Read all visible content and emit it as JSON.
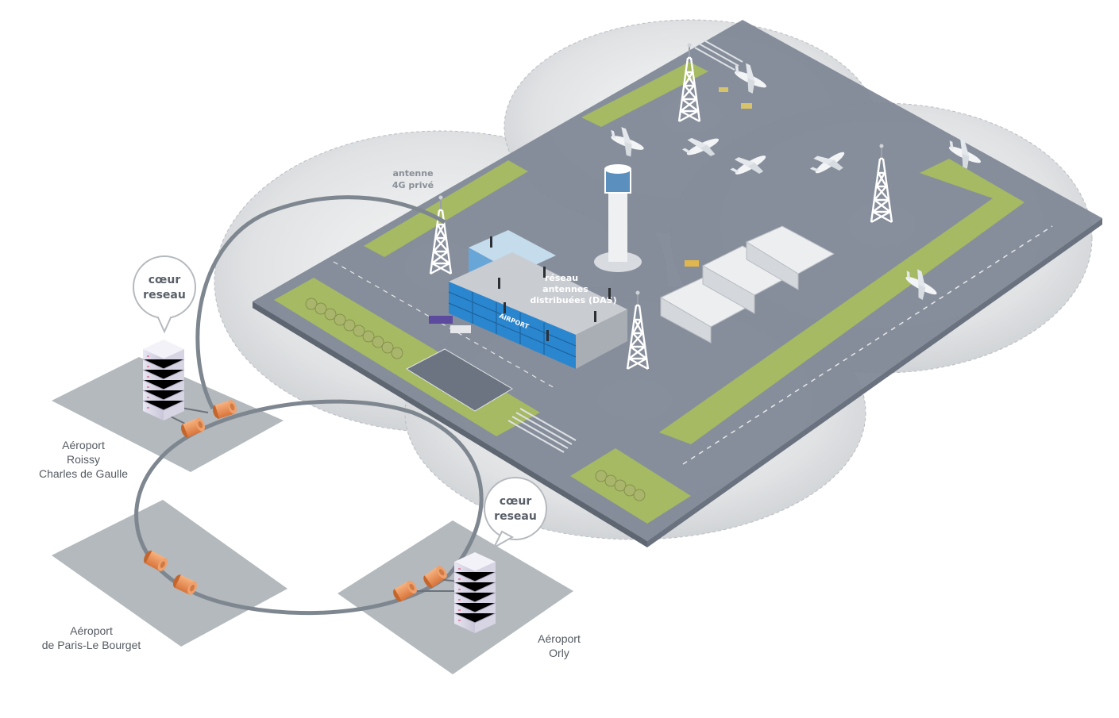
{
  "labels": {
    "antenna_4g_line1": "antenne",
    "antenna_4g_line2": "4G privé",
    "das_line1": "réseau",
    "das_line2": "antennes",
    "das_line3": "distribuées (DAS)",
    "airport_sign": "AIRPORT"
  },
  "core_bubbles": [
    {
      "line1": "cœur",
      "line2": "reseau"
    },
    {
      "line1": "cœur",
      "line2": "reseau"
    }
  ],
  "sites": {
    "roissy": [
      "Aéroport",
      "Roissy",
      "Charles de Gaulle"
    ],
    "le_bourget": [
      "Aéroport",
      "de Paris-Le Bourget"
    ],
    "orly": [
      "Aéroport",
      "Orly"
    ]
  },
  "colors": {
    "airport_ground": "#7d8593",
    "grass": "#a8bc60",
    "coverage_zone": "#c8cacd",
    "ring": "#7e868f",
    "connector": "#e98b52",
    "site_plate": "#b3b9bd",
    "tower": "#ffffff",
    "building_glass": "#2a86cf"
  },
  "icons": [
    "antenna-tower-icon",
    "server-rack-icon",
    "airplane-icon",
    "control-tower-icon",
    "hangar-icon",
    "terminal-building-icon",
    "fiber-connector-icon"
  ]
}
